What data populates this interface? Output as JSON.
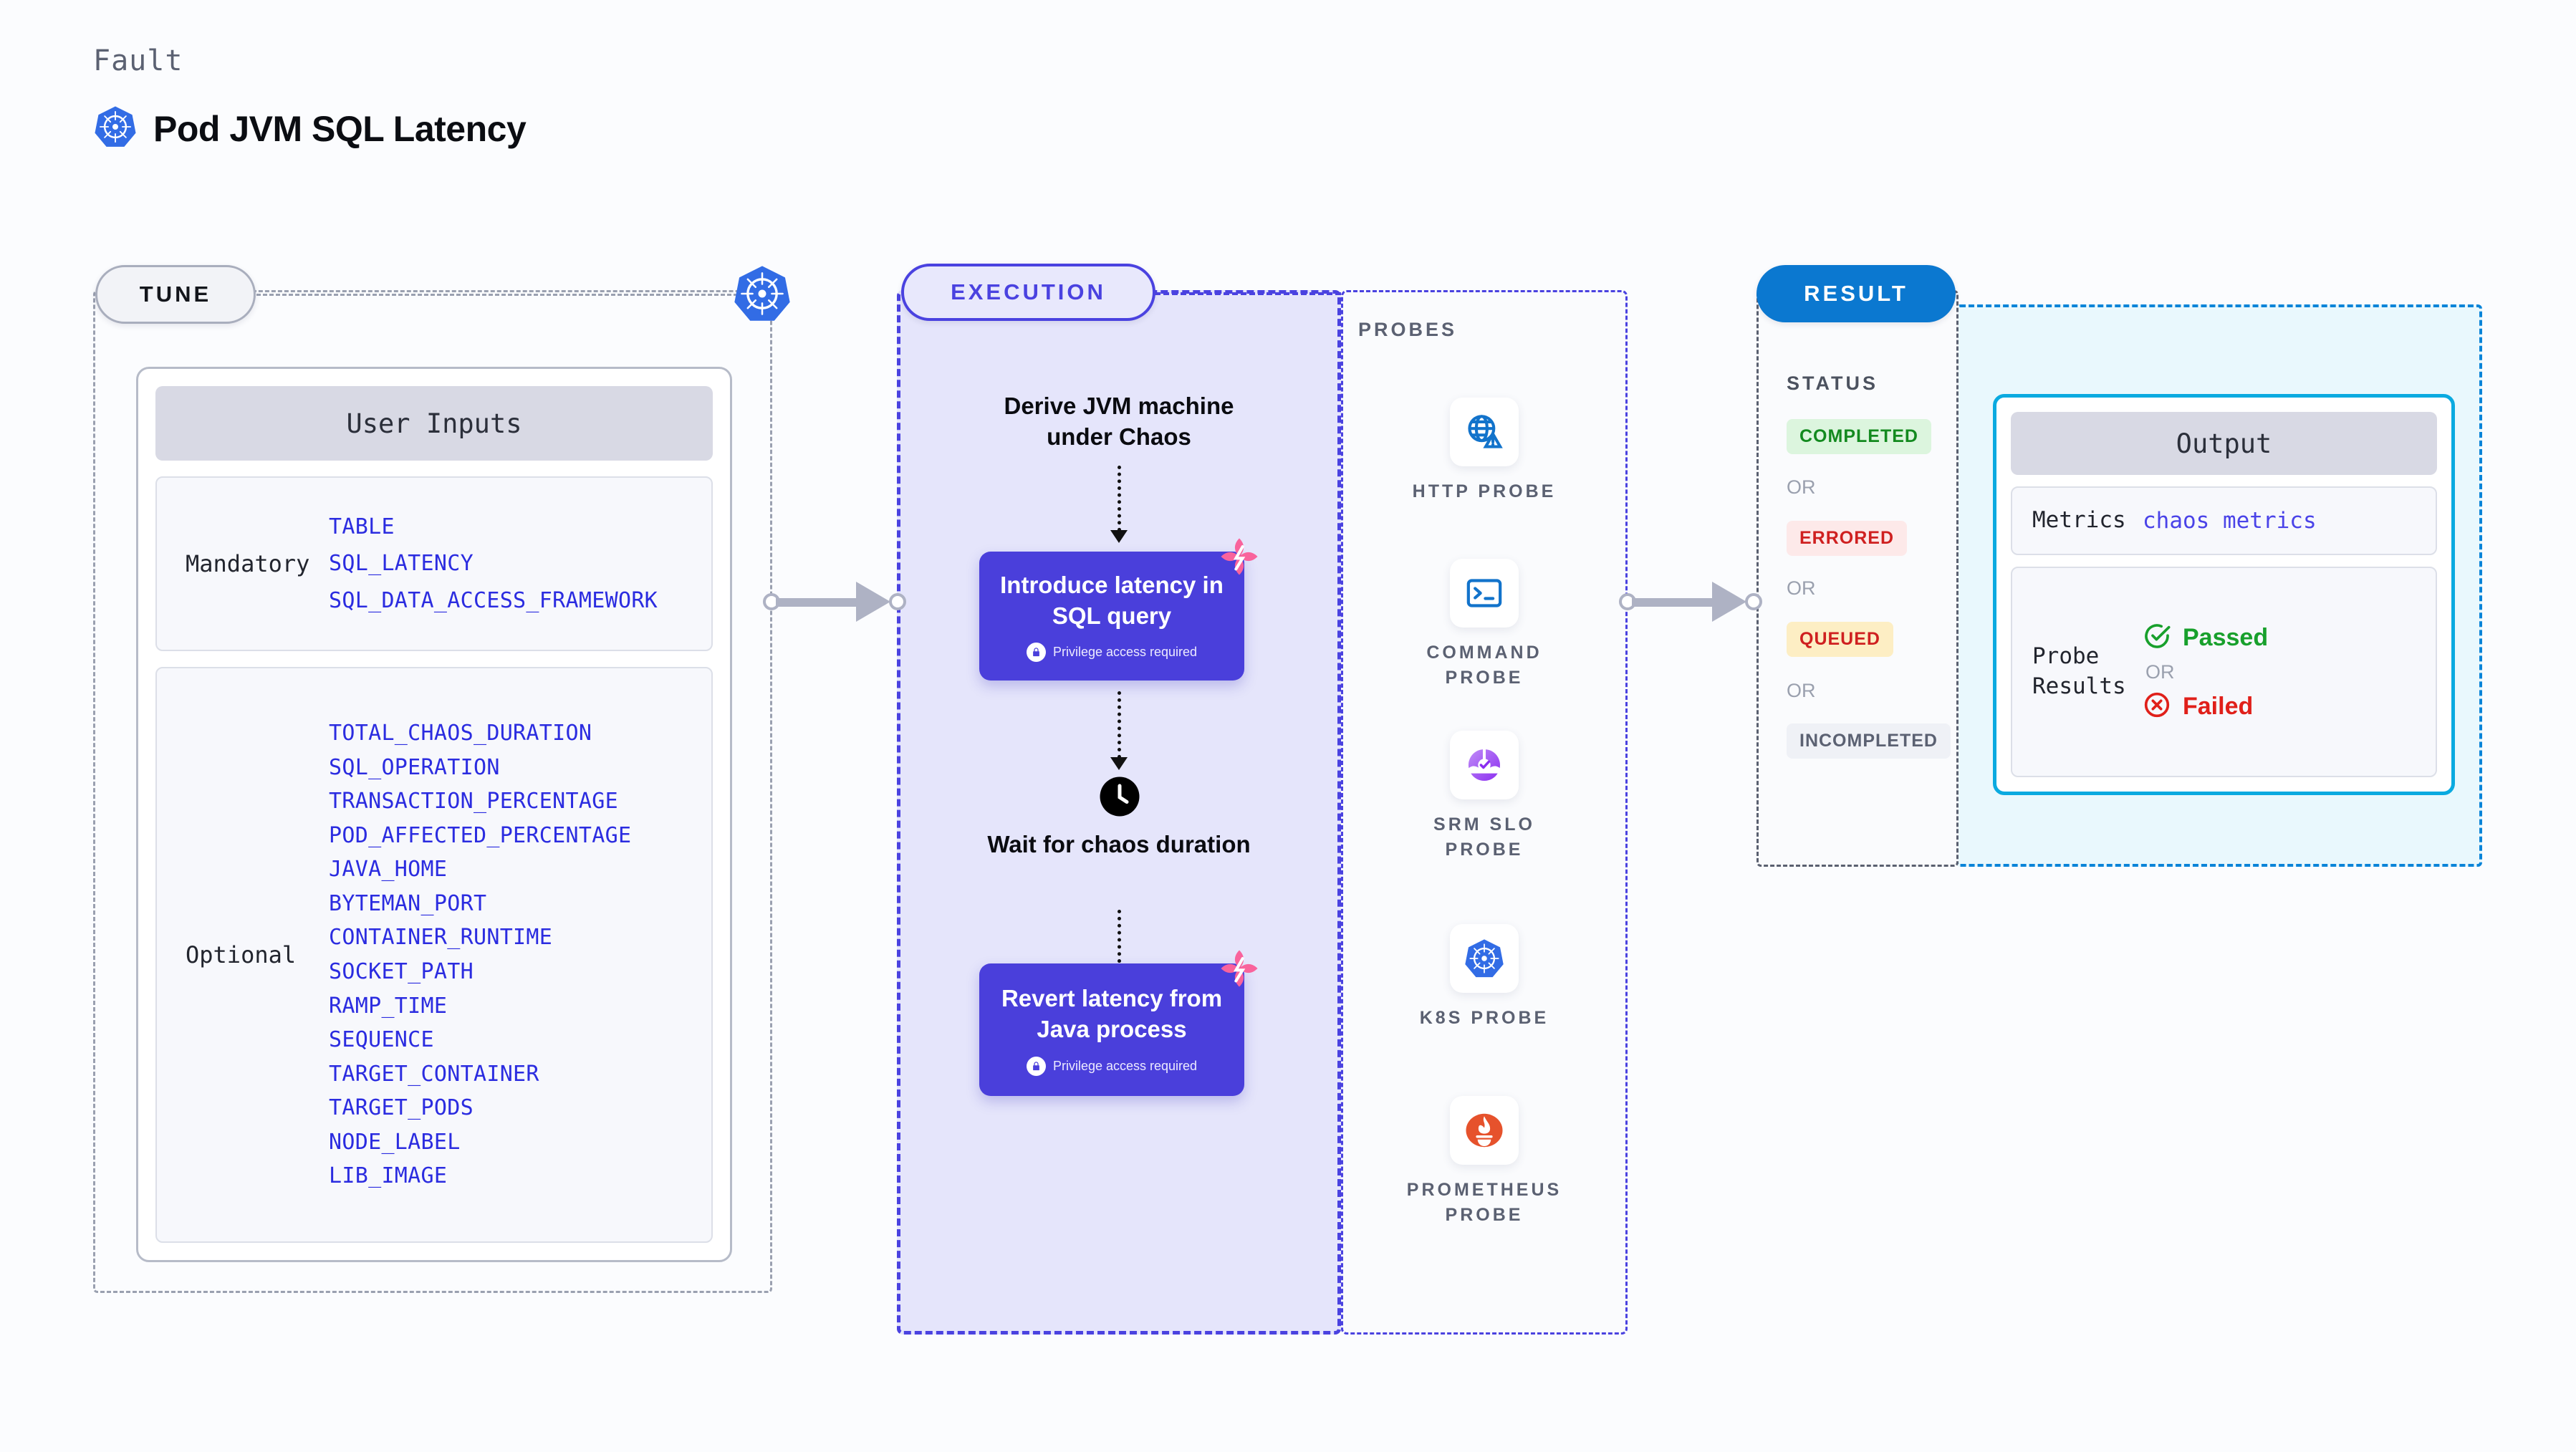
{
  "header": {
    "fault_label": "Fault",
    "title": "Pod JVM SQL Latency",
    "icon": "kubernetes-icon"
  },
  "tune": {
    "pill_label": "TUNE",
    "badge_icon": "kubernetes-icon",
    "card_title": "User Inputs",
    "mandatory": {
      "kind": "Mandatory",
      "params": [
        "TABLE",
        "SQL_LATENCY",
        "SQL_DATA_ACCESS_FRAMEWORK"
      ]
    },
    "optional": {
      "kind": "Optional",
      "params": [
        "TOTAL_CHAOS_DURATION",
        "SQL_OPERATION",
        "TRANSACTION_PERCENTAGE",
        "POD_AFFECTED_PERCENTAGE",
        "JAVA_HOME",
        "BYTEMAN_PORT",
        "CONTAINER_RUNTIME",
        "SOCKET_PATH",
        "RAMP_TIME",
        "SEQUENCE",
        "TARGET_CONTAINER",
        "TARGET_PODS",
        "NODE_LABEL",
        "LIB_IMAGE"
      ]
    }
  },
  "execution": {
    "pill_label": "EXECUTION",
    "step_derive": "Derive JVM machine under Chaos",
    "step_introduce": "Introduce latency in SQL query",
    "step_wait": "Wait for chaos duration",
    "step_revert": "Revert latency from Java process",
    "privilege_note": "Privilege access required",
    "privilege_icon": "lock-icon",
    "wait_icon": "clock-icon",
    "corner_icon": "chaos-badge-icon"
  },
  "probes": {
    "title": "PROBES",
    "items": [
      {
        "label": "HTTP PROBE",
        "icon": "globe-warning-icon"
      },
      {
        "label": "COMMAND PROBE",
        "icon": "terminal-icon"
      },
      {
        "label": "SRM SLO PROBE",
        "icon": "srm-slo-icon"
      },
      {
        "label": "K8S PROBE",
        "icon": "kubernetes-icon"
      },
      {
        "label": "PROMETHEUS PROBE",
        "icon": "prometheus-icon"
      }
    ]
  },
  "result": {
    "pill_label": "RESULT",
    "status_title": "STATUS",
    "or_label": "OR",
    "statuses": [
      {
        "label": "COMPLETED",
        "fg": "#138a1f",
        "bg": "#dcf5de"
      },
      {
        "label": "ERRORED",
        "fg": "#cf2020",
        "bg": "#fde9e9"
      },
      {
        "label": "QUEUED",
        "fg": "#cf2020",
        "bg": "#fdeec4"
      },
      {
        "label": "INCOMPLETED",
        "fg": "#5b6172",
        "bg": "#eff1f6"
      }
    ],
    "output": {
      "title": "Output",
      "metrics_key": "Metrics",
      "metrics_value": "chaos metrics",
      "probe_results_key": "Probe Results",
      "passed_label": "Passed",
      "failed_label": "Failed",
      "passed_icon": "check-circle-icon",
      "failed_icon": "x-circle-icon",
      "or_label": "OR"
    }
  },
  "colors": {
    "execution_purple": "#4a3fdb",
    "result_blue": "#0b78d0",
    "output_cyan": "#0aaae0",
    "param_blue": "#2b2ce0",
    "pink_badge": "#f9639c"
  }
}
